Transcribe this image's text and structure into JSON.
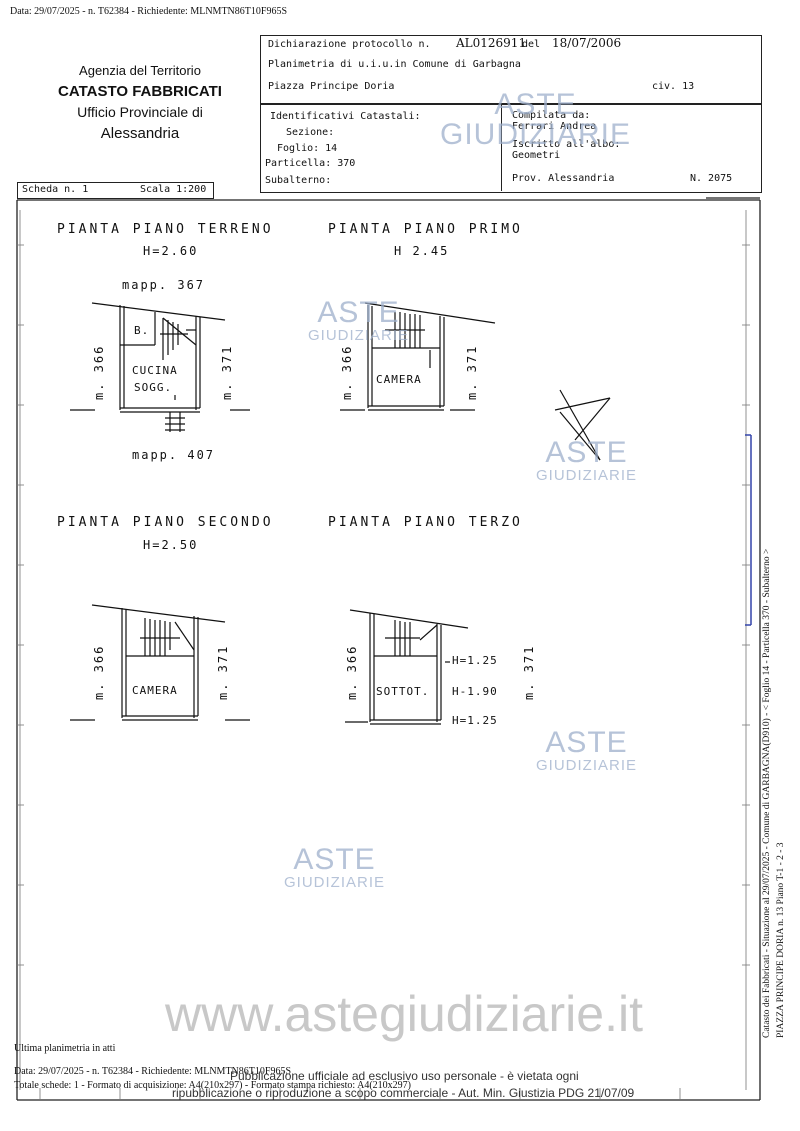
{
  "header_meta": "Data: 29/07/2025 - n. T62384 - Richiedente: MLNMTN86T10F965S",
  "agency": {
    "name": "Agenzia del Territorio",
    "division": "CATASTO FABBRICATI",
    "office": "Ufficio Provinciale di",
    "city": "Alessandria"
  },
  "declaration": {
    "label": "Dichiarazione protocollo n.",
    "protocol": "AL0126911",
    "del_label": "del",
    "date": "18/07/2006",
    "planimetria": "Planimetria di u.i.u.in Comune di Garbagna",
    "address": "Piazza Principe Doria",
    "civ": "civ. 13"
  },
  "identifiers": {
    "title": "Identificativi Catastali:",
    "sezione": "Sezione:",
    "foglio": "Foglio: 14",
    "particella": "Particella: 370",
    "subalterno": "Subalterno:"
  },
  "compiler": {
    "compiled_label": "Compilata da:",
    "name": "Ferrari Andrea",
    "enrolled_label": "Iscritto all'albo:",
    "profession": "Geometri",
    "province": "Prov. Alessandria",
    "number": "N.  2075"
  },
  "sheet": {
    "scheda": "Scheda n. 1",
    "scala": "Scala 1:200"
  },
  "plans": {
    "terreno": {
      "title": "PIANTA  PIANO  TERRENO",
      "height": "H=2.60",
      "top": "mapp. 367",
      "bottom": "mapp. 407",
      "left": "m. 366",
      "right": "m. 371",
      "room1": "B.",
      "room2": "CUCINA",
      "room3": "SOGG."
    },
    "primo": {
      "title": "PIANTA  PIANO  PRIMO",
      "height": "H 2.45",
      "left": "m. 366",
      "right": "m. 371",
      "room": "CAMERA"
    },
    "secondo": {
      "title": "PIANTA  PIANO  SECONDO",
      "height": "H=2.50",
      "left": "m. 366",
      "right": "m. 371",
      "room": "CAMERA"
    },
    "terzo": {
      "title": "PIANTA  PIANO  TERZO",
      "left": "m. 366",
      "right": "m. 371",
      "room": "SOTTOT.",
      "h1": "H=1.25",
      "h2": "H-1.90",
      "h3": "H=1.25"
    }
  },
  "side_text": {
    "line1": "Catasto dei Fabbricati - Situazione al 29/07/2025 - Comune di GARBAGNA(D910) - < Foglio 14 - Particella 370 - Subalterno >",
    "line2": "PIAZZA PRINCIPE DORIA n. 13 Piano T-1 - 2 - 3"
  },
  "watermark": {
    "aste": "ASTE",
    "giudiziarie": "GIUDIZIARIE",
    "site": "www.astegiudiziarie.it"
  },
  "footer": {
    "last": "Ultima planimetria in atti",
    "meta": "Data: 29/07/2025 - n. T62384 - Richiedente: MLNMTN86T10F965S",
    "totals": "Totale schede: 1 - Formato di acquisizione: A4(210x297) - Formato stampa richiesto: A4(210x297)",
    "notice1": "Pubblicazione ufficiale ad esclusivo uso personale - è vietata ogni",
    "notice2": "ripubblicazione o riproduzione a scopo commerciale - Aut. Min. Giustizia PDG 21/07/09"
  }
}
